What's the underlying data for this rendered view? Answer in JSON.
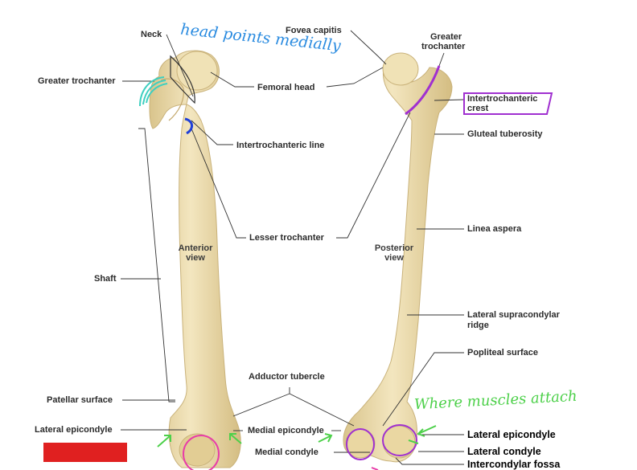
{
  "labels": {
    "neck": "Neck",
    "fovea_capitis": "Fovea capitis",
    "greater_trochanter_left": "Greater trochanter",
    "femoral_head": "Femoral head",
    "intertrochanteric_line": "Intertrochanteric line",
    "lesser_trochanter": "Lesser trochanter",
    "shaft": "Shaft",
    "adductor_tubercle": "Adductor tubercle",
    "patellar_surface": "Patellar surface",
    "lateral_epicondyle_left": "Lateral epicondyle",
    "medial_epicondyle": "Medial epicondyle",
    "medial_condyle": "Medial condyle",
    "greater_trochanter_right_1": "Greater",
    "greater_trochanter_right_2": "trochanter",
    "intertrochanteric_crest_1": "Intertrochanteric",
    "intertrochanteric_crest_2": "crest",
    "gluteal_tuberosity": "Gluteal tuberosity",
    "linea_aspera": "Linea aspera",
    "lateral_supracondylar_1": "Lateral supracondylar",
    "lateral_supracondylar_2": "ridge",
    "popliteal_surface": "Popliteal surface",
    "lateral_epicondyle_right": "Lateral epicondyle",
    "lateral_condyle": "Lateral condyle",
    "intercondylar_fossa": "Intercondylar fossa"
  },
  "views": {
    "anterior_1": "Anterior",
    "anterior_2": "view",
    "posterior_1": "Posterior",
    "posterior_2": "view"
  },
  "annotations": {
    "head_note": "head points medially",
    "muscle_note": "Where muscles attach"
  },
  "colors": {
    "bone": "#ecdcae",
    "bone_shade": "#d8c388",
    "leader": "#333333",
    "blue_note": "#2a8be0",
    "green_note": "#4dd04a",
    "magenta": "#e83ca8",
    "purple": "#a030d0",
    "teal": "#3ecfc0",
    "dark_blue": "#2040d8",
    "red_box": "#e02020"
  }
}
